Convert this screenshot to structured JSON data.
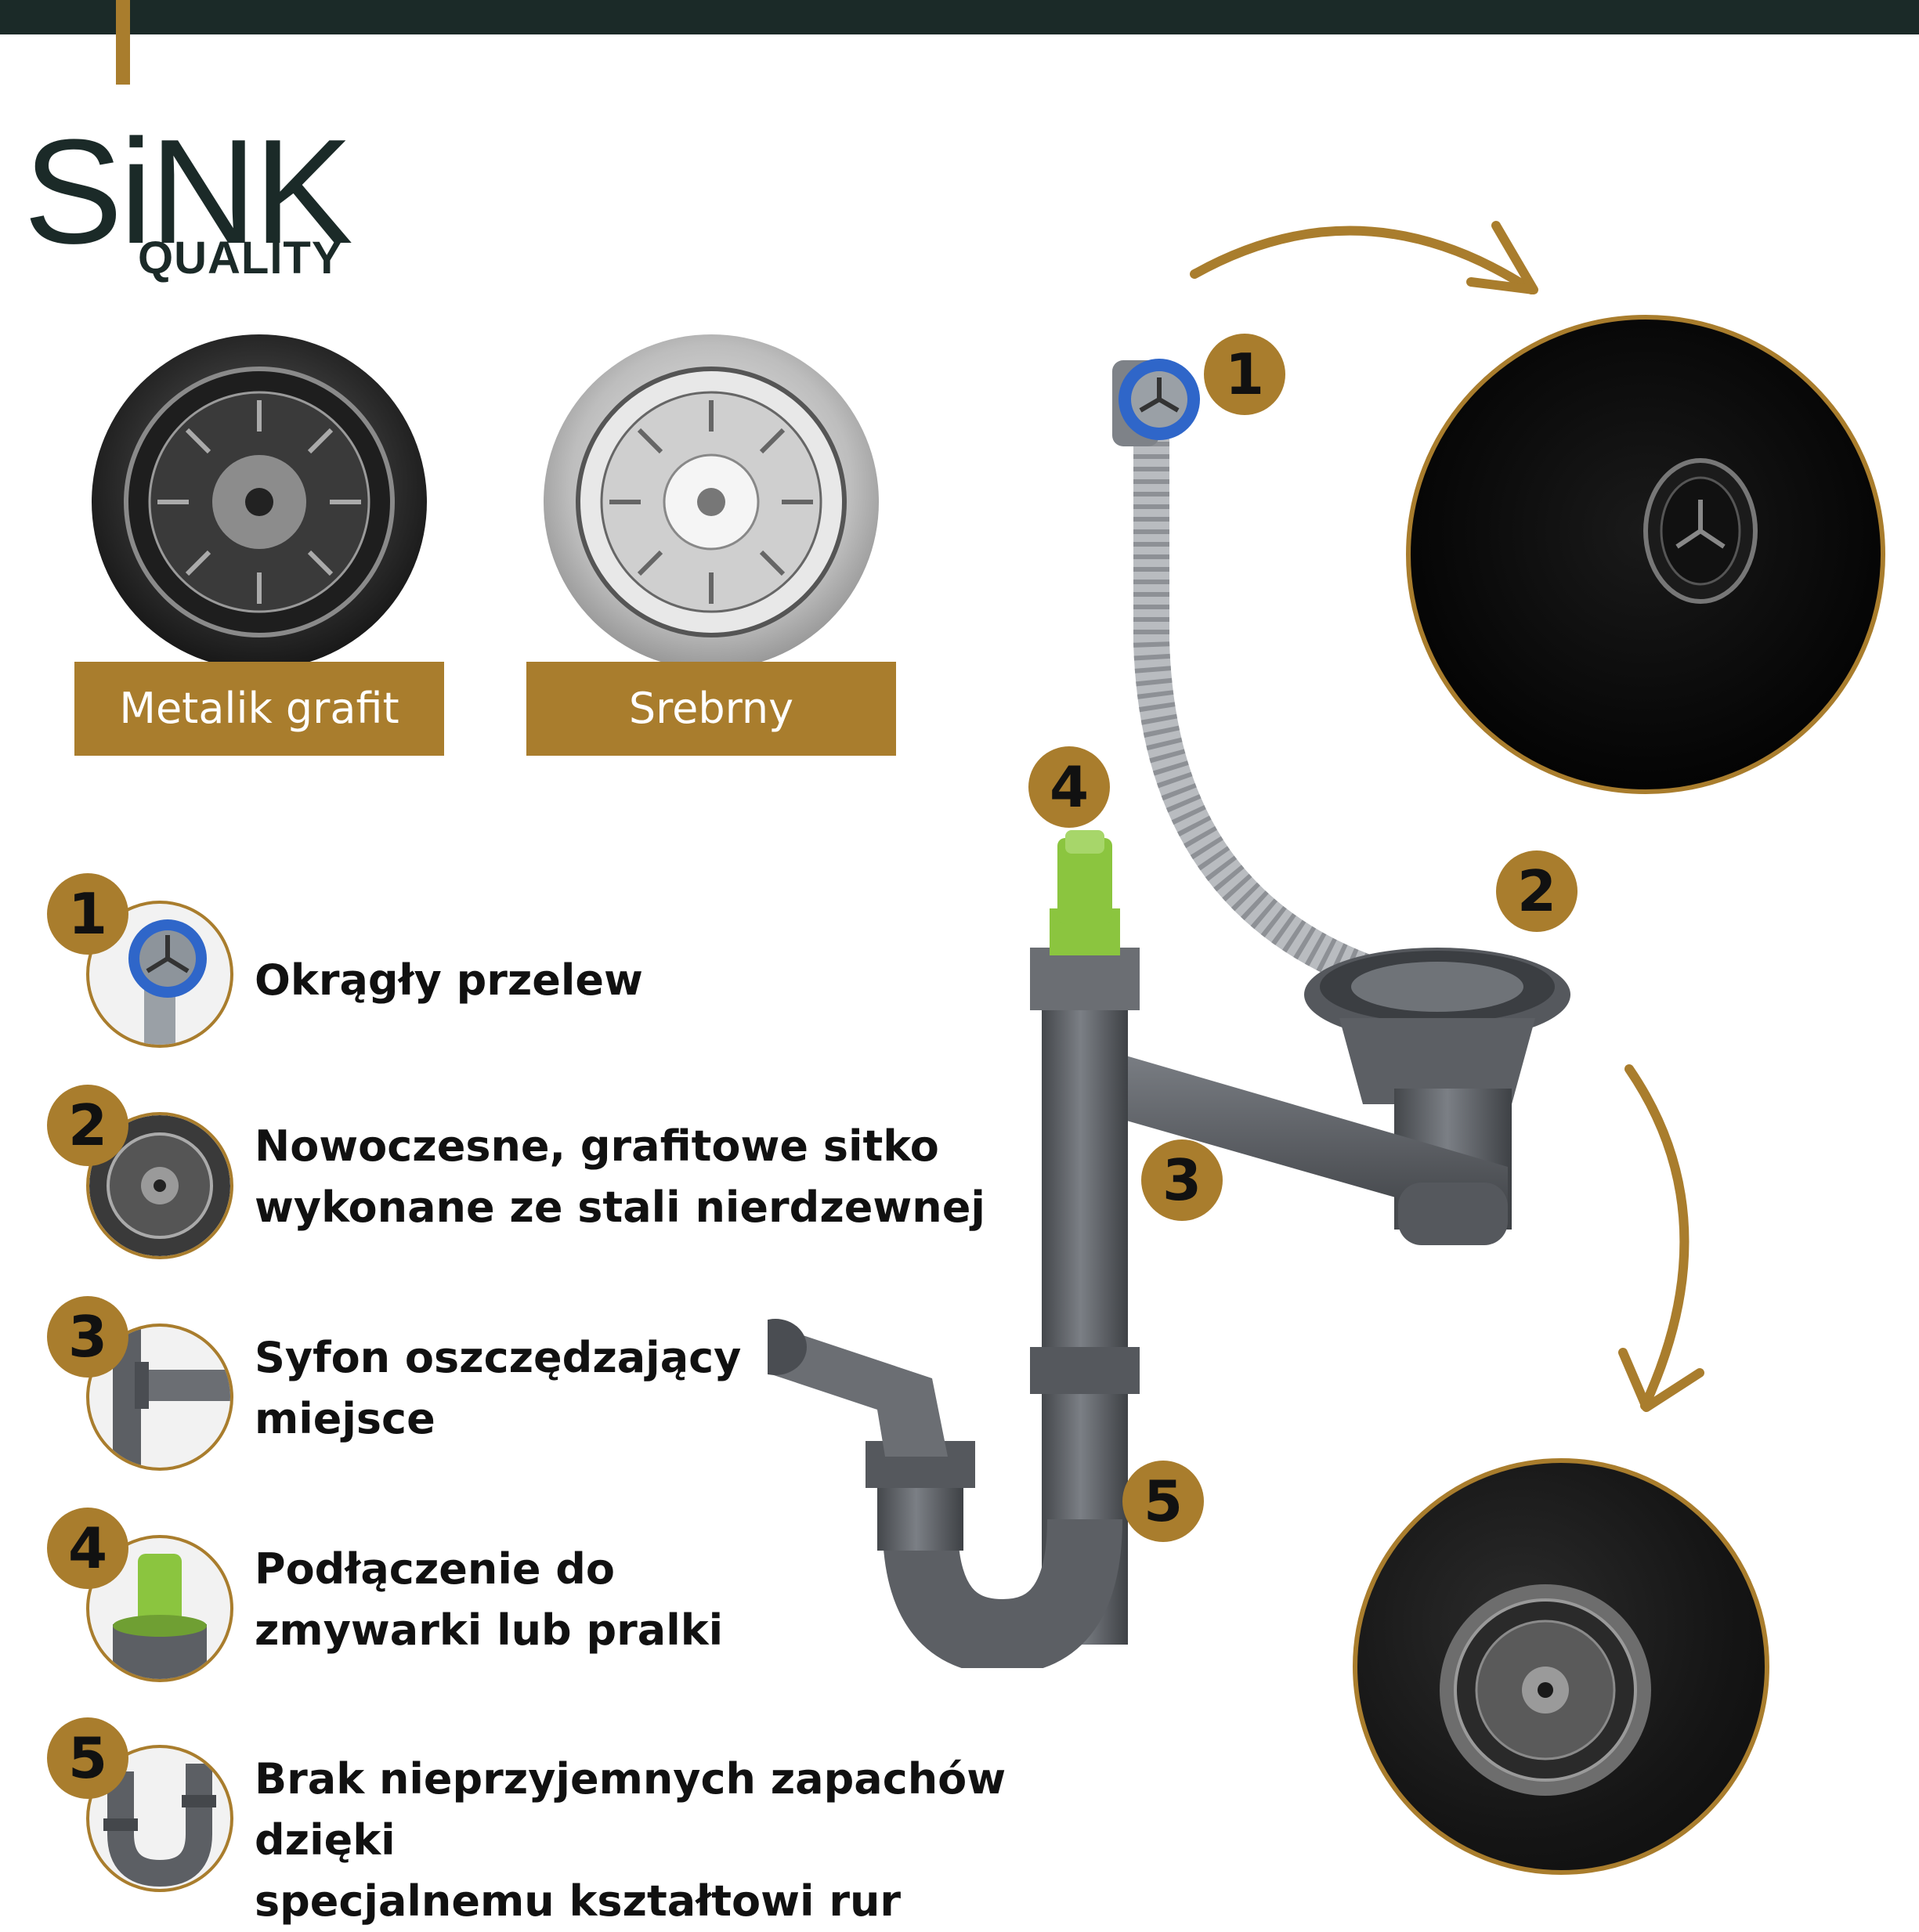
{
  "brand": {
    "name": "SiNK",
    "sub": "QUALITY"
  },
  "colors": {
    "accent": "#a97d2d",
    "dark": "#1b2a28",
    "pipe": "#5c5f64",
    "green": "#8bc53f",
    "blue": "#2f66c9"
  },
  "finishes": [
    {
      "label": "Metalik grafit",
      "icon": "graphite-strainer-icon"
    },
    {
      "label": "Srebrny",
      "icon": "silver-strainer-icon"
    }
  ],
  "features": [
    {
      "number": "1",
      "line1": "Okrągły przelew",
      "line2": "",
      "icon": "overflow-icon"
    },
    {
      "number": "2",
      "line1": "Nowoczesne, grafitowe sitko",
      "line2": "wykonane ze stali nierdzewnej",
      "icon": "strainer-icon"
    },
    {
      "number": "3",
      "line1": "Syfon oszczędzający",
      "line2": "miejsce",
      "icon": "siphon-icon"
    },
    {
      "number": "4",
      "line1": "Podłączenie do",
      "line2": "zmywarki lub pralki",
      "icon": "appliance-connector-icon"
    },
    {
      "number": "5",
      "line1": "Brak nieprzyjemnych zapachów dzięki",
      "line2": "specjalnemu kształtowi rur",
      "icon": "pipe-trap-icon"
    }
  ],
  "diagram_badges": [
    "1",
    "2",
    "3",
    "4",
    "5"
  ]
}
